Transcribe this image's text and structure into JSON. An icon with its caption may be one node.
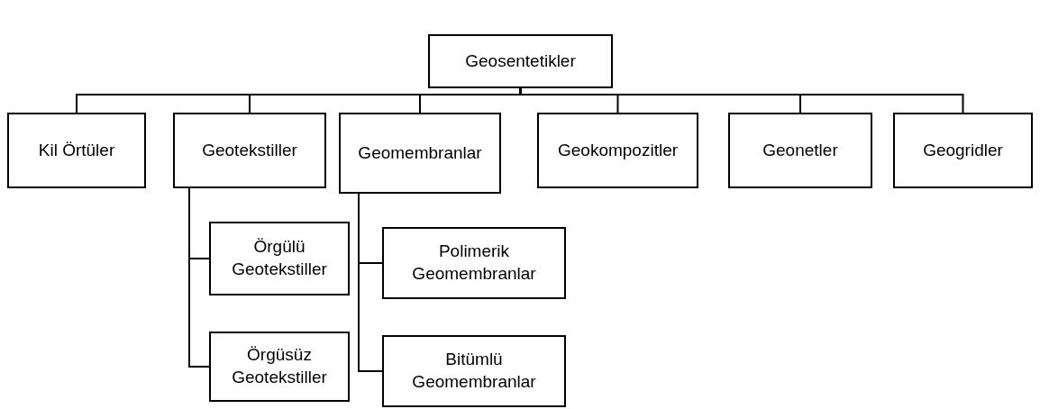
{
  "diagram": {
    "nodes": [
      {
        "text": [
          "Geosentetikler"
        ]
      },
      {
        "text": [
          "Kil Örtüler"
        ]
      },
      {
        "text": [
          "Geotekstiller"
        ]
      },
      {
        "text": [
          "Geomembranlar"
        ]
      },
      {
        "text": [
          "Geokompozitler"
        ]
      },
      {
        "text": [
          "Geonetler"
        ]
      },
      {
        "text": [
          "Geogridler"
        ]
      },
      {
        "text": [
          "Örgülü Geotekstiller"
        ]
      },
      {
        "text": [
          "Örgüsüz Geotekstiller"
        ]
      },
      {
        "text": [
          "Polimerik Geomembranlar"
        ]
      },
      {
        "text": [
          "Bitümlü Geomembranlar"
        ]
      }
    ],
    "edges": [
      {
        "from": 0,
        "to": 1,
        "arrow": "none"
      },
      {
        "from": 0,
        "to": 2,
        "arrow": "none"
      },
      {
        "from": 0,
        "to": 3,
        "arrow": "none"
      },
      {
        "from": 0,
        "to": 4,
        "arrow": "none"
      },
      {
        "from": 0,
        "to": 5,
        "arrow": "none"
      },
      {
        "from": 0,
        "to": 6,
        "arrow": "none"
      },
      {
        "from": 2,
        "to": 7,
        "arrow": "none"
      },
      {
        "from": 2,
        "to": 8,
        "arrow": "none"
      },
      {
        "from": 3,
        "to": 9,
        "arrow": "none"
      },
      {
        "from": 3,
        "to": 10,
        "arrow": "none"
      }
    ]
  }
}
